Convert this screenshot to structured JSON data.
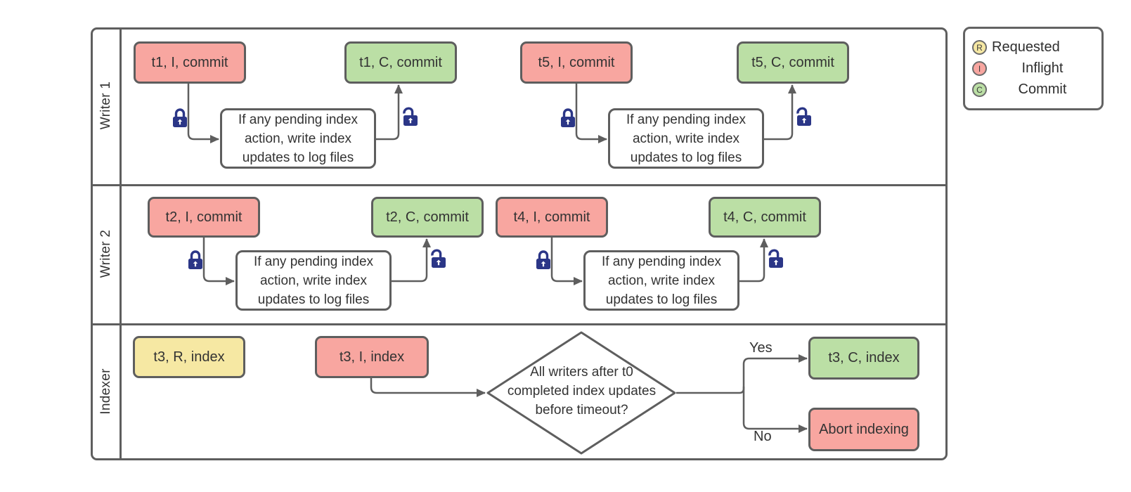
{
  "lanes": [
    {
      "label": "Writer 1"
    },
    {
      "label": "Writer 2"
    },
    {
      "label": "Indexer"
    }
  ],
  "nodes": {
    "t1_inflight": "t1, I, commit",
    "t1_commit": "t1, C, commit",
    "t5_inflight": "t5, I, commit",
    "t5_commit": "t5, C, commit",
    "t2_inflight": "t2, I, commit",
    "t2_commit": "t2, C, commit",
    "t4_inflight": "t4, I, commit",
    "t4_commit": "t4, C, commit",
    "t3_requested": "t3, R, index",
    "t3_inflight": "t3, I, index",
    "t3_commit": "t3, C, index",
    "abort": "Abort indexing",
    "process": "If any pending index action, write index updates to log files",
    "decision": "All writers after t0 completed index updates before timeout?",
    "yes_label": "Yes",
    "no_label": "No"
  },
  "legend": {
    "items": [
      {
        "letter": "R",
        "label": "Requested"
      },
      {
        "letter": "I",
        "label": "Inflight"
      },
      {
        "letter": "C",
        "label": "Commit"
      }
    ]
  },
  "icons": {
    "lock_closed": "lock-closed-icon",
    "lock_open": "lock-open-icon"
  },
  "colors": {
    "stroke": "#5e5e5e",
    "text": "#333333",
    "lock": "#2b3687",
    "inflight": "#f8a6a0",
    "commit": "#bbdfa5",
    "requested": "#f6e8a3",
    "process_fill": "#ffffff"
  }
}
